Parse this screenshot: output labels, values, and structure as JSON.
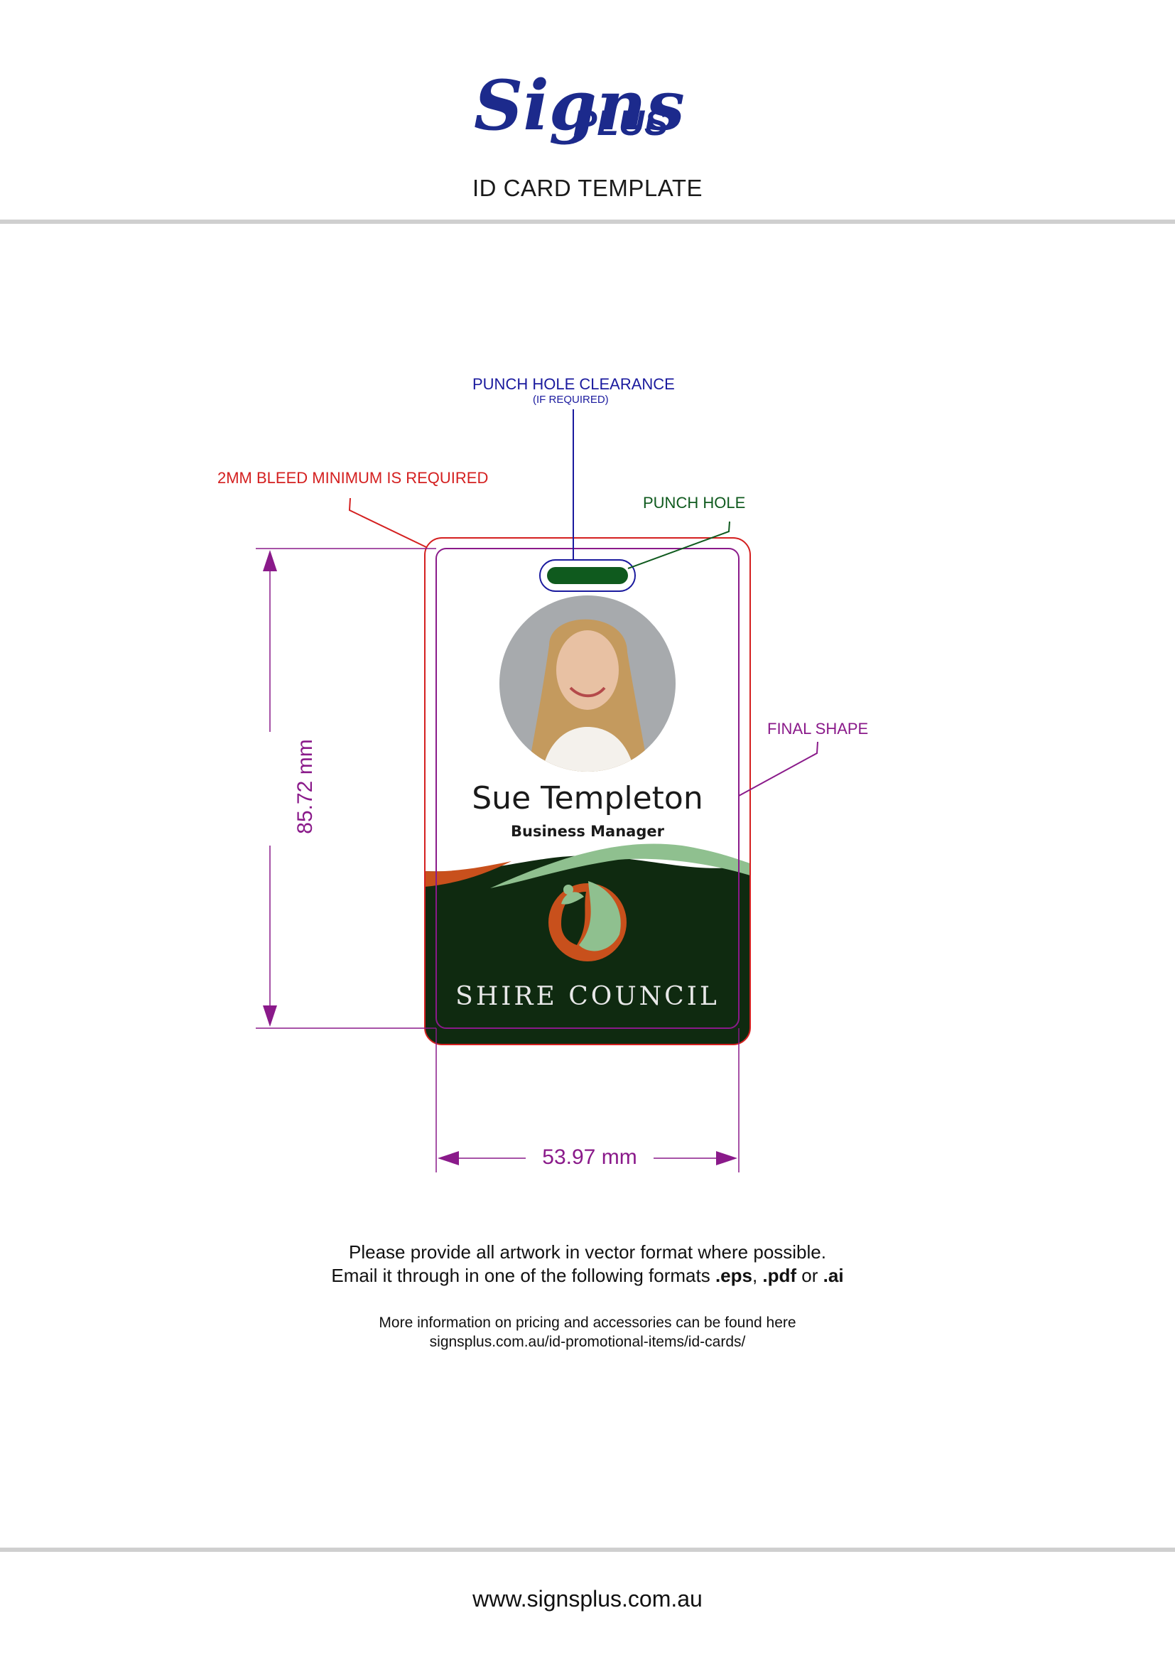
{
  "header": {
    "logo_text_script": "Signs",
    "logo_text_block": "PLUS",
    "title": "ID CARD TEMPLATE"
  },
  "callouts": {
    "punch_hole_clearance": "PUNCH HOLE CLEARANCE",
    "if_required": "(IF REQUIRED)",
    "bleed": "2MM BLEED MINIMUM IS REQUIRED",
    "punch_hole": "PUNCH HOLE",
    "final_shape": "FINAL SHAPE"
  },
  "card": {
    "name": "Sue Templeton",
    "role": "Business Manager",
    "organization": "SHIRE COUNCIL"
  },
  "dimensions": {
    "height": "85.72 mm",
    "width": "53.97 mm"
  },
  "instructions": {
    "line1": "Please provide all artwork in vector format where possible.",
    "line2_prefix": "Email it through in one of the following formats ",
    "format1": ".eps",
    "sep1": ", ",
    "format2": ".pdf",
    "sep2": " or ",
    "format3": ".ai",
    "more_info": "More information on pricing and accessories can be found here",
    "more_info_url": "signsplus.com.au/id-promotional-items/id-cards/"
  },
  "footer": {
    "url": "www.signsplus.com.au"
  },
  "colors": {
    "brand_blue": "#1c2a8c",
    "card_green": "#0f2a10",
    "leaf_green": "#8fc08f",
    "accent_orange": "#c8501c",
    "bleed_red": "#d42020",
    "final_purple": "#8a1a8a",
    "clearance_blue": "#1a1a9e"
  }
}
